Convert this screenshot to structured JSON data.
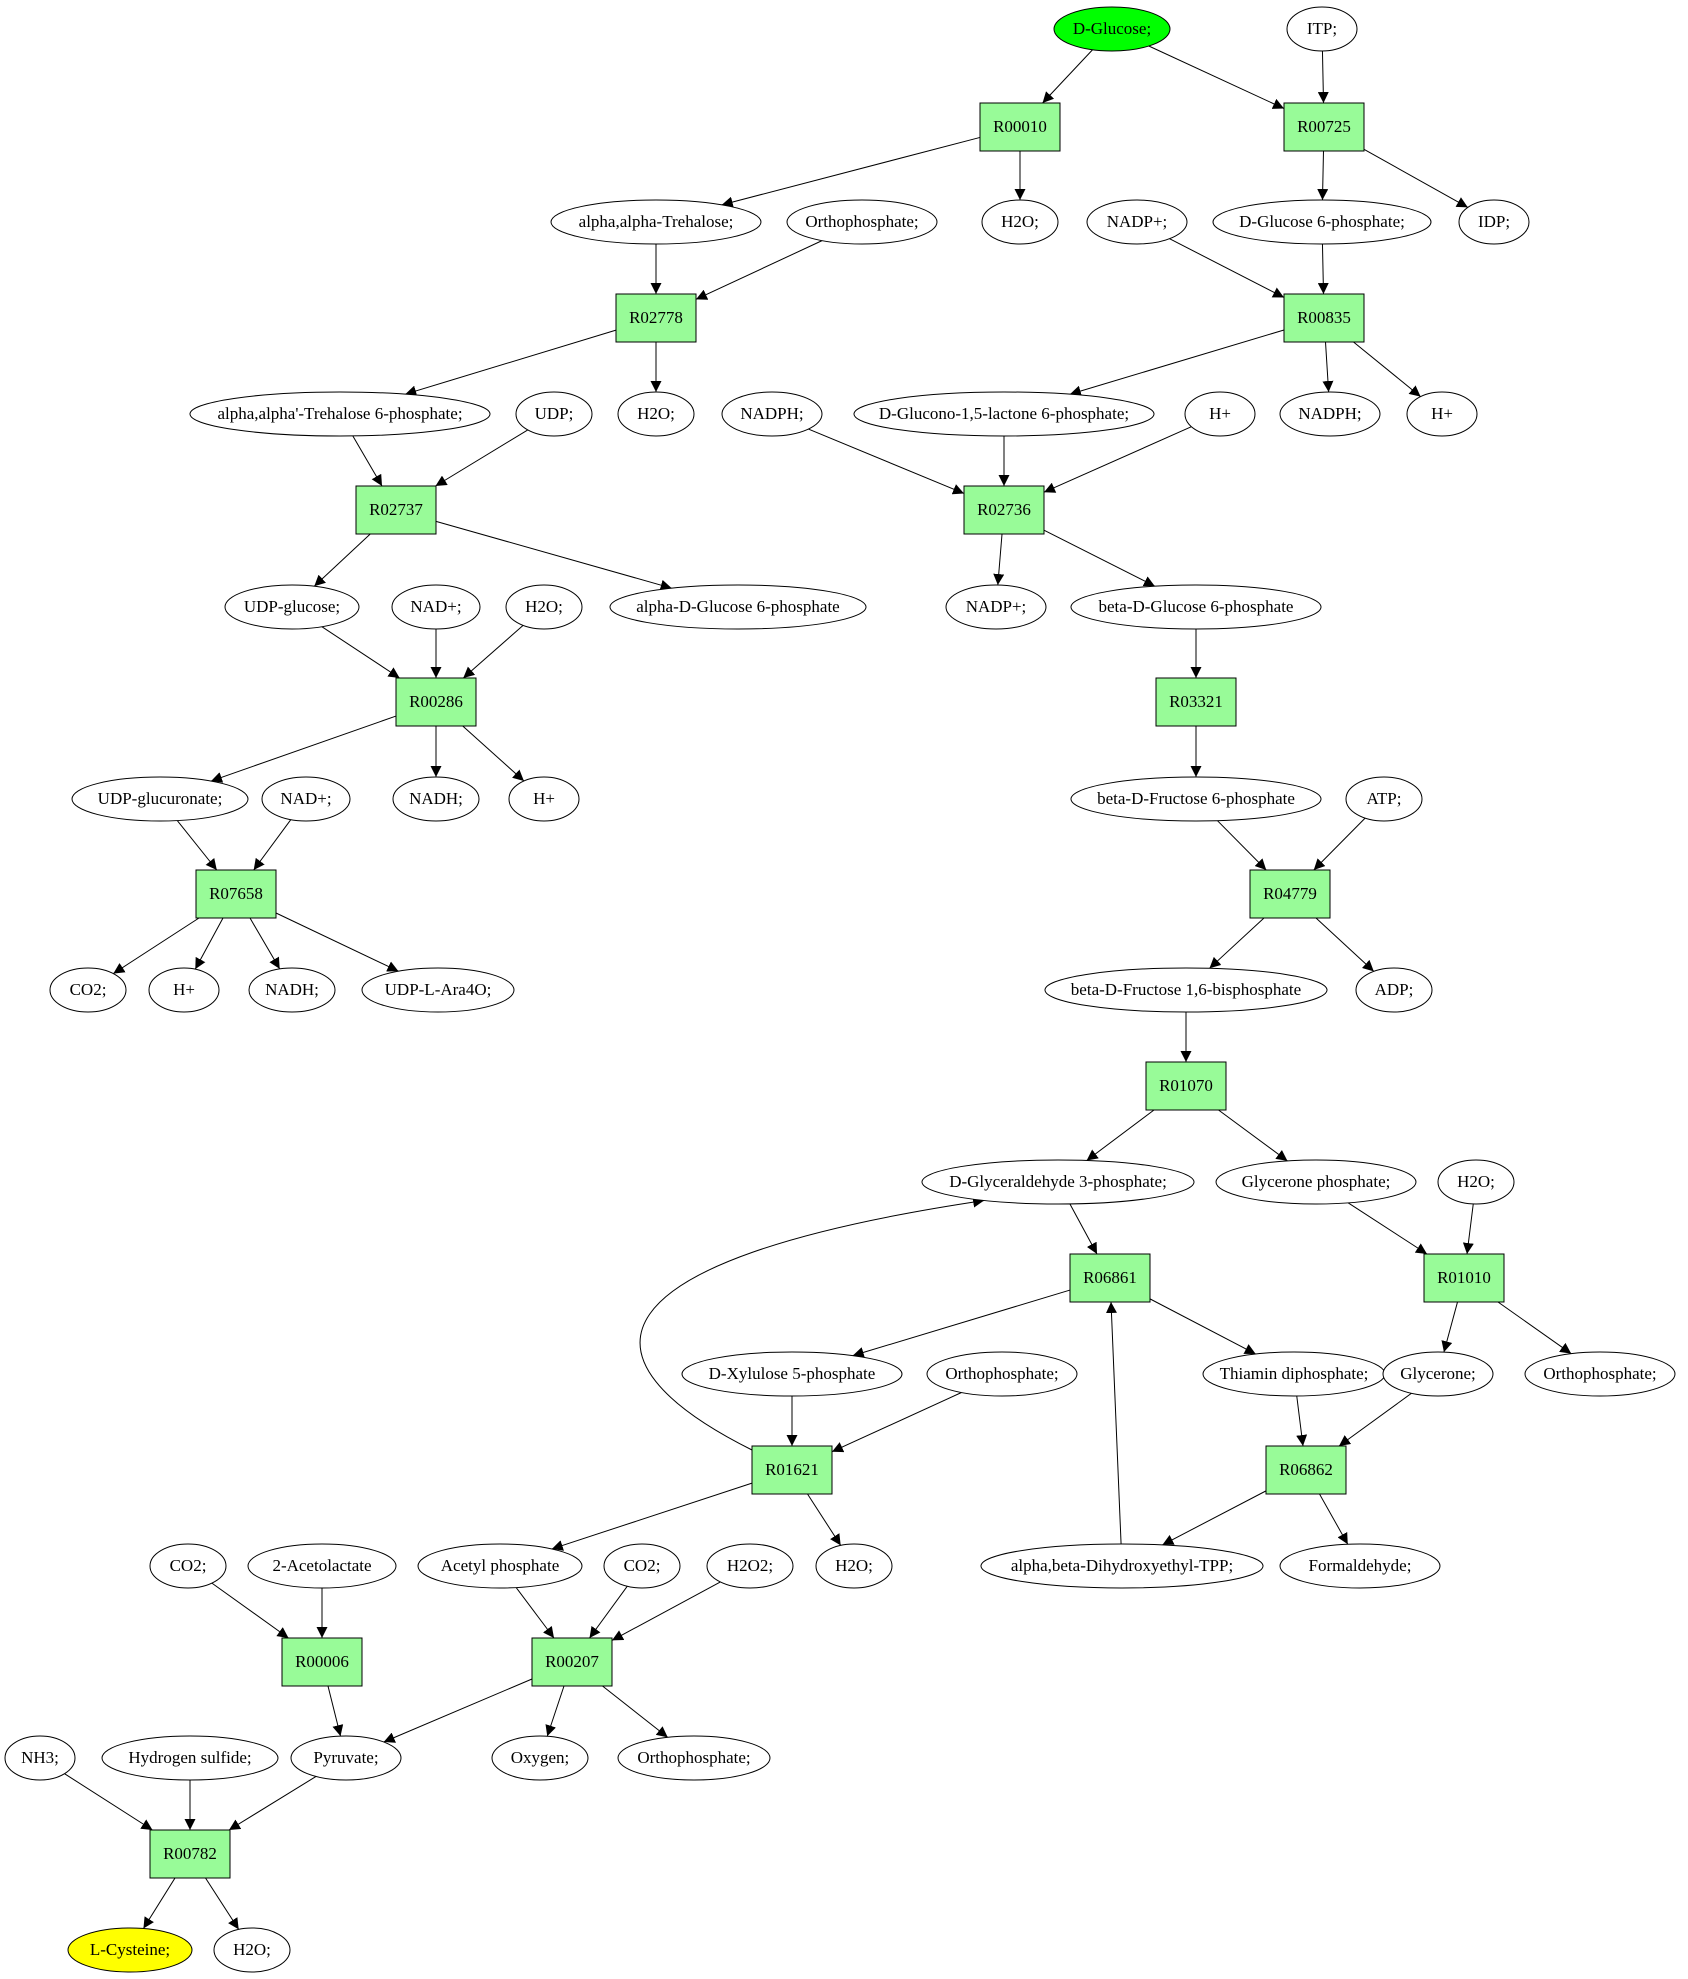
{
  "colors": {
    "reaction_fill": "#98fb98",
    "source_fill": "#00ff00",
    "target_fill": "#ffff00",
    "default_fill": "#ffffff"
  },
  "nodes": [
    {
      "id": "glucose",
      "label": "D-Glucose;",
      "kind": "compound",
      "role": "source"
    },
    {
      "id": "itp",
      "label": "ITP;",
      "kind": "compound"
    },
    {
      "id": "R00010",
      "label": "R00010",
      "kind": "reaction"
    },
    {
      "id": "R00725",
      "label": "R00725",
      "kind": "reaction"
    },
    {
      "id": "trehalose",
      "label": "alpha,alpha-Trehalose;",
      "kind": "compound"
    },
    {
      "id": "pi1",
      "label": "Orthophosphate;",
      "kind": "compound"
    },
    {
      "id": "h2o_1",
      "label": "H2O;",
      "kind": "compound"
    },
    {
      "id": "nadp1",
      "label": "NADP+;",
      "kind": "compound"
    },
    {
      "id": "g6p",
      "label": "D-Glucose 6-phosphate;",
      "kind": "compound"
    },
    {
      "id": "idp",
      "label": "IDP;",
      "kind": "compound"
    },
    {
      "id": "R02778",
      "label": "R02778",
      "kind": "reaction"
    },
    {
      "id": "R00835",
      "label": "R00835",
      "kind": "reaction"
    },
    {
      "id": "t6p",
      "label": "alpha,alpha'-Trehalose 6-phosphate;",
      "kind": "compound"
    },
    {
      "id": "udp",
      "label": "UDP;",
      "kind": "compound"
    },
    {
      "id": "h2o_2",
      "label": "H2O;",
      "kind": "compound"
    },
    {
      "id": "nadph1",
      "label": "NADPH;",
      "kind": "compound"
    },
    {
      "id": "glucono",
      "label": "D-Glucono-1,5-lactone 6-phosphate;",
      "kind": "compound"
    },
    {
      "id": "hplus1",
      "label": "H+",
      "kind": "compound"
    },
    {
      "id": "nadph2",
      "label": "NADPH;",
      "kind": "compound"
    },
    {
      "id": "hplus2",
      "label": "H+",
      "kind": "compound"
    },
    {
      "id": "R02737",
      "label": "R02737",
      "kind": "reaction"
    },
    {
      "id": "R02736",
      "label": "R02736",
      "kind": "reaction"
    },
    {
      "id": "udpglc",
      "label": "UDP-glucose;",
      "kind": "compound"
    },
    {
      "id": "nad1",
      "label": "NAD+;",
      "kind": "compound"
    },
    {
      "id": "h2o_3",
      "label": "H2O;",
      "kind": "compound"
    },
    {
      "id": "ag6p",
      "label": "alpha-D-Glucose 6-phosphate",
      "kind": "compound"
    },
    {
      "id": "nadp2",
      "label": "NADP+;",
      "kind": "compound"
    },
    {
      "id": "bg6p",
      "label": "beta-D-Glucose 6-phosphate",
      "kind": "compound"
    },
    {
      "id": "R00286",
      "label": "R00286",
      "kind": "reaction"
    },
    {
      "id": "R03321",
      "label": "R03321",
      "kind": "reaction"
    },
    {
      "id": "udpgluc",
      "label": "UDP-glucuronate;",
      "kind": "compound"
    },
    {
      "id": "nad2",
      "label": "NAD+;",
      "kind": "compound"
    },
    {
      "id": "nadh1",
      "label": "NADH;",
      "kind": "compound"
    },
    {
      "id": "hplus3",
      "label": "H+",
      "kind": "compound"
    },
    {
      "id": "bf6p",
      "label": "beta-D-Fructose 6-phosphate",
      "kind": "compound"
    },
    {
      "id": "atp",
      "label": "ATP;",
      "kind": "compound"
    },
    {
      "id": "R07658",
      "label": "R07658",
      "kind": "reaction"
    },
    {
      "id": "R04779",
      "label": "R04779",
      "kind": "reaction"
    },
    {
      "id": "co2_1",
      "label": "CO2;",
      "kind": "compound"
    },
    {
      "id": "hplus4",
      "label": "H+",
      "kind": "compound"
    },
    {
      "id": "nadh2",
      "label": "NADH;",
      "kind": "compound"
    },
    {
      "id": "udpara",
      "label": "UDP-L-Ara4O;",
      "kind": "compound"
    },
    {
      "id": "fbp",
      "label": "beta-D-Fructose 1,6-bisphosphate",
      "kind": "compound"
    },
    {
      "id": "adp",
      "label": "ADP;",
      "kind": "compound"
    },
    {
      "id": "R01070",
      "label": "R01070",
      "kind": "reaction"
    },
    {
      "id": "gap",
      "label": "D-Glyceraldehyde 3-phosphate;",
      "kind": "compound"
    },
    {
      "id": "dhap",
      "label": "Glycerone phosphate;",
      "kind": "compound"
    },
    {
      "id": "h2o_4",
      "label": "H2O;",
      "kind": "compound"
    },
    {
      "id": "R06861",
      "label": "R06861",
      "kind": "reaction"
    },
    {
      "id": "R01010",
      "label": "R01010",
      "kind": "reaction"
    },
    {
      "id": "x5p",
      "label": "D-Xylulose 5-phosphate",
      "kind": "compound"
    },
    {
      "id": "pi2",
      "label": "Orthophosphate;",
      "kind": "compound"
    },
    {
      "id": "tpp",
      "label": "Thiamin diphosphate;",
      "kind": "compound"
    },
    {
      "id": "glycerone",
      "label": "Glycerone;",
      "kind": "compound"
    },
    {
      "id": "pi3",
      "label": "Orthophosphate;",
      "kind": "compound"
    },
    {
      "id": "R01621",
      "label": "R01621",
      "kind": "reaction"
    },
    {
      "id": "R06862",
      "label": "R06862",
      "kind": "reaction"
    },
    {
      "id": "co2_2",
      "label": "CO2;",
      "kind": "compound"
    },
    {
      "id": "acetolac",
      "label": "2-Acetolactate",
      "kind": "compound"
    },
    {
      "id": "acp",
      "label": "Acetyl phosphate",
      "kind": "compound"
    },
    {
      "id": "co2_3",
      "label": "CO2;",
      "kind": "compound"
    },
    {
      "id": "h2o2",
      "label": "H2O2;",
      "kind": "compound"
    },
    {
      "id": "h2o_5",
      "label": "H2O;",
      "kind": "compound"
    },
    {
      "id": "dhetpp",
      "label": "alpha,beta-Dihydroxyethyl-TPP;",
      "kind": "compound"
    },
    {
      "id": "formald",
      "label": "Formaldehyde;",
      "kind": "compound"
    },
    {
      "id": "R00006",
      "label": "R00006",
      "kind": "reaction"
    },
    {
      "id": "R00207",
      "label": "R00207",
      "kind": "reaction"
    },
    {
      "id": "nh3",
      "label": "NH3;",
      "kind": "compound"
    },
    {
      "id": "h2s",
      "label": "Hydrogen sulfide;",
      "kind": "compound"
    },
    {
      "id": "pyruvate",
      "label": "Pyruvate;",
      "kind": "compound"
    },
    {
      "id": "oxygen",
      "label": "Oxygen;",
      "kind": "compound"
    },
    {
      "id": "pi4",
      "label": "Orthophosphate;",
      "kind": "compound"
    },
    {
      "id": "R00782",
      "label": "R00782",
      "kind": "reaction"
    },
    {
      "id": "cys",
      "label": "L-Cysteine;",
      "kind": "compound",
      "role": "target"
    },
    {
      "id": "h2o_6",
      "label": "H2O;",
      "kind": "compound"
    }
  ],
  "edges": [
    [
      "glucose",
      "R00010"
    ],
    [
      "glucose",
      "R00725"
    ],
    [
      "itp",
      "R00725"
    ],
    [
      "R00010",
      "trehalose"
    ],
    [
      "R00010",
      "h2o_1"
    ],
    [
      "R00725",
      "g6p"
    ],
    [
      "R00725",
      "idp"
    ],
    [
      "trehalose",
      "R02778"
    ],
    [
      "pi1",
      "R02778"
    ],
    [
      "nadp1",
      "R00835"
    ],
    [
      "g6p",
      "R00835"
    ],
    [
      "R02778",
      "t6p"
    ],
    [
      "R02778",
      "h2o_2"
    ],
    [
      "R00835",
      "glucono"
    ],
    [
      "R00835",
      "nadph2"
    ],
    [
      "R00835",
      "hplus2"
    ],
    [
      "t6p",
      "R02737"
    ],
    [
      "udp",
      "R02737"
    ],
    [
      "nadph1",
      "R02736"
    ],
    [
      "glucono",
      "R02736"
    ],
    [
      "hplus1",
      "R02736"
    ],
    [
      "R02737",
      "udpglc"
    ],
    [
      "R02737",
      "ag6p"
    ],
    [
      "R02736",
      "nadp2"
    ],
    [
      "R02736",
      "bg6p"
    ],
    [
      "udpglc",
      "R00286"
    ],
    [
      "nad1",
      "R00286"
    ],
    [
      "h2o_3",
      "R00286"
    ],
    [
      "bg6p",
      "R03321"
    ],
    [
      "R00286",
      "udpgluc"
    ],
    [
      "R00286",
      "nadh1"
    ],
    [
      "R00286",
      "hplus3"
    ],
    [
      "R03321",
      "bf6p"
    ],
    [
      "udpgluc",
      "R07658"
    ],
    [
      "nad2",
      "R07658"
    ],
    [
      "bf6p",
      "R04779"
    ],
    [
      "atp",
      "R04779"
    ],
    [
      "R07658",
      "co2_1"
    ],
    [
      "R07658",
      "hplus4"
    ],
    [
      "R07658",
      "nadh2"
    ],
    [
      "R07658",
      "udpara"
    ],
    [
      "R04779",
      "fbp"
    ],
    [
      "R04779",
      "adp"
    ],
    [
      "fbp",
      "R01070"
    ],
    [
      "R01070",
      "gap"
    ],
    [
      "R01070",
      "dhap"
    ],
    [
      "gap",
      "R06861"
    ],
    [
      "dhap",
      "R01010"
    ],
    [
      "h2o_4",
      "R01010"
    ],
    [
      "R06861",
      "x5p"
    ],
    [
      "R06861",
      "tpp"
    ],
    [
      "R01010",
      "glycerone"
    ],
    [
      "R01010",
      "pi3"
    ],
    [
      "x5p",
      "R01621"
    ],
    [
      "pi2",
      "R01621"
    ],
    [
      "tpp",
      "R06862"
    ],
    [
      "glycerone",
      "R06862"
    ],
    [
      "R01621",
      "gap"
    ],
    [
      "R01621",
      "acp"
    ],
    [
      "R01621",
      "h2o_5"
    ],
    [
      "R06862",
      "dhetpp"
    ],
    [
      "R06862",
      "formald"
    ],
    [
      "dhetpp",
      "R06861"
    ],
    [
      "co2_2",
      "R00006"
    ],
    [
      "acetolac",
      "R00006"
    ],
    [
      "acp",
      "R00207"
    ],
    [
      "co2_3",
      "R00207"
    ],
    [
      "h2o2",
      "R00207"
    ],
    [
      "R00006",
      "pyruvate"
    ],
    [
      "R00207",
      "pyruvate"
    ],
    [
      "R00207",
      "oxygen"
    ],
    [
      "R00207",
      "pi4"
    ],
    [
      "nh3",
      "R00782"
    ],
    [
      "h2s",
      "R00782"
    ],
    [
      "pyruvate",
      "R00782"
    ],
    [
      "R00782",
      "cys"
    ],
    [
      "R00782",
      "h2o_6"
    ]
  ]
}
